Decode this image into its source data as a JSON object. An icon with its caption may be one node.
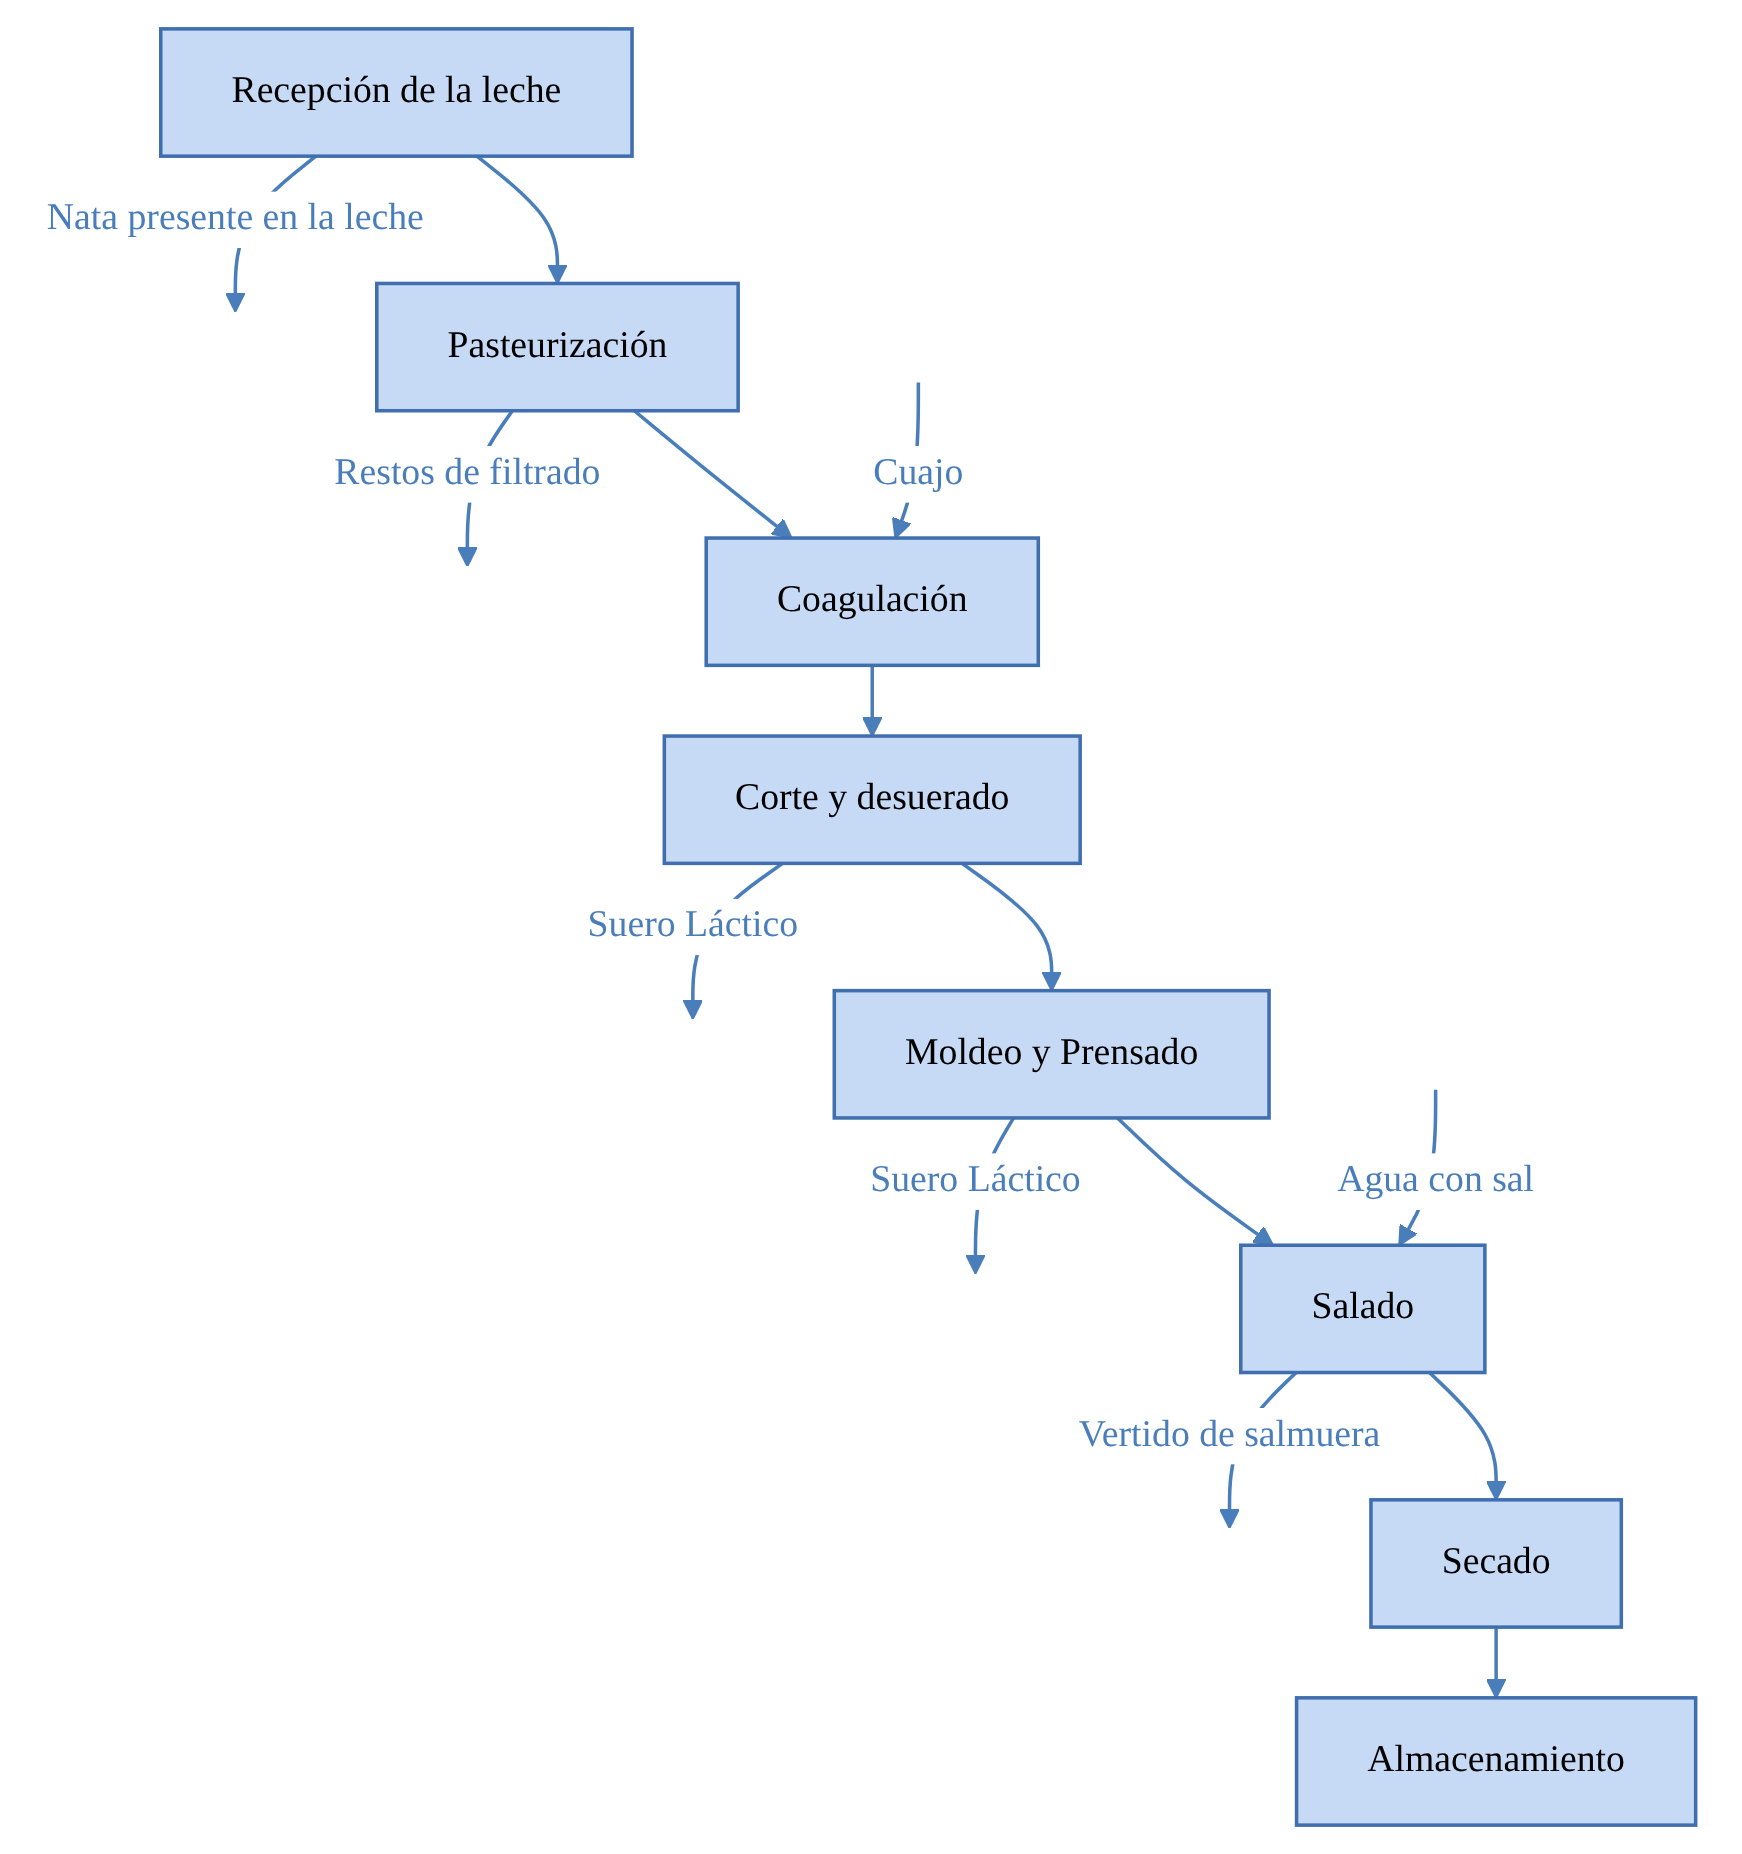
{
  "diagram": {
    "nodes": [
      {
        "text": [
          "Recepción de la leche"
        ]
      },
      {
        "text": [
          "Pasteurización"
        ]
      },
      {
        "text": [
          "Coagulación"
        ]
      },
      {
        "text": [
          "Corte y desuerado"
        ]
      },
      {
        "text": [
          "Moldeo y Prensado"
        ]
      },
      {
        "text": [
          "Salado"
        ]
      },
      {
        "text": [
          "Secado"
        ]
      },
      {
        "text": [
          "Almacenamiento"
        ]
      }
    ],
    "edges": [
      {
        "from": 0,
        "to": null,
        "arrow": "to",
        "label": "Nata  presente en la leche"
      },
      {
        "from": 0,
        "to": 1,
        "arrow": "to"
      },
      {
        "from": 1,
        "to": null,
        "arrow": "to",
        "label": "Restos de filtrado"
      },
      {
        "from": 1,
        "to": 2,
        "arrow": "to"
      },
      {
        "from": null,
        "to": 2,
        "arrow": "to",
        "label": "Cuajo"
      },
      {
        "from": 2,
        "to": 3,
        "arrow": "to"
      },
      {
        "from": 3,
        "to": null,
        "arrow": "to",
        "label": "Suero Láctico"
      },
      {
        "from": 3,
        "to": 4,
        "arrow": "to"
      },
      {
        "from": 4,
        "to": null,
        "arrow": "to",
        "label": "Suero Láctico"
      },
      {
        "from": 4,
        "to": 5,
        "arrow": "to"
      },
      {
        "from": null,
        "to": 5,
        "arrow": "to",
        "label": "Agua con sal"
      },
      {
        "from": 5,
        "to": null,
        "arrow": "to",
        "label": "Vertido de salmuera"
      },
      {
        "from": 5,
        "to": 6,
        "arrow": "to"
      },
      {
        "from": 6,
        "to": 7,
        "arrow": "to"
      }
    ]
  }
}
